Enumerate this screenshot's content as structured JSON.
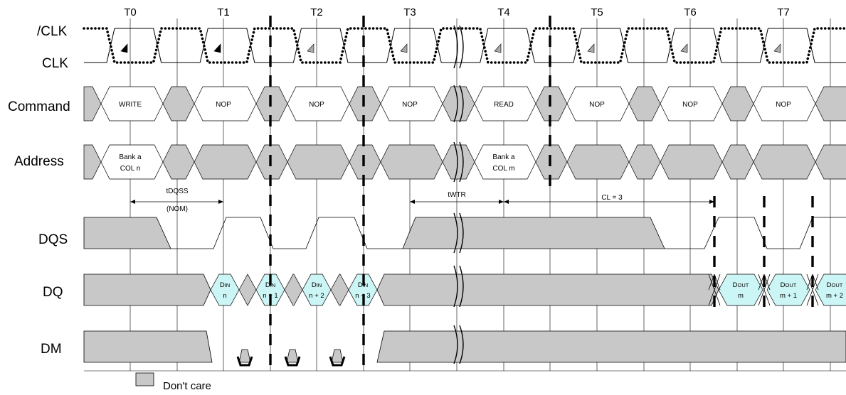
{
  "clock_ticks": [
    "T0",
    "T1",
    "T2",
    "T3",
    "T4",
    "T5",
    "T6",
    "T7"
  ],
  "signals": {
    "clk_n": "/CLK",
    "clk": "CLK",
    "command": "Command",
    "address": "Address",
    "dqs": "DQS",
    "dq": "DQ",
    "dm": "DM"
  },
  "commands": [
    "WRITE",
    "NOP",
    "NOP",
    "NOP",
    "READ",
    "NOP",
    "NOP",
    "NOP"
  ],
  "addresses": {
    "write_bank": "Bank a",
    "write_col": "COL n",
    "read_bank": "Bank a",
    "read_col": "COL m"
  },
  "annotations": {
    "tdqss": "tDQSS",
    "tdqss_sub": "(NOM)",
    "twtr": "tWTR",
    "cl": "CL = 3"
  },
  "dq_in": [
    {
      "main": "D",
      "sub": "IN",
      "idx": "n"
    },
    {
      "main": "D",
      "sub": "IN",
      "idx": "n + 1"
    },
    {
      "main": "D",
      "sub": "IN",
      "idx": "n + 2"
    },
    {
      "main": "D",
      "sub": "IN",
      "idx": "n + 3"
    }
  ],
  "dq_out": [
    {
      "main": "D",
      "sub": "OUT",
      "idx": "m"
    },
    {
      "main": "D",
      "sub": "OUT",
      "idx": "m + 1"
    },
    {
      "main": "D",
      "sub": "OUT",
      "idx": "m + 2"
    }
  ],
  "legend": {
    "dont_care": "Don't care"
  },
  "colors": {
    "dont_care_fill": "#c8c8c8",
    "data_fill": "#ccf5f5",
    "line": "#000000"
  }
}
